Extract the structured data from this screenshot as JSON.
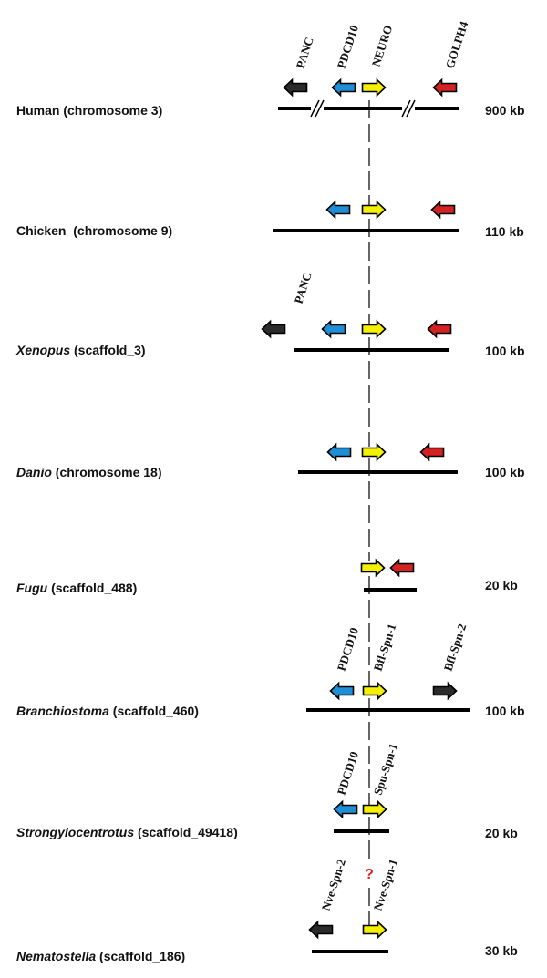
{
  "colors": {
    "panc": "#2b2b2b",
    "pdcd10": "#1e8fd6",
    "neuro": "#f5f000",
    "golph4": "#d42121",
    "spn2": "#2b2b2b",
    "line": "#000000",
    "question": "#e02020"
  },
  "labels": {
    "panc": "PANC",
    "pdcd10": "PDCD10",
    "neuro": "NEURO",
    "golph4": "GOLPH4",
    "bfl_spn1": "Bfl-Spn-1",
    "bfl_spn2": "Bfl-Spn-2",
    "spu_spn1": "Spu-Spn-1",
    "nve_spn1": "Nve-Spn-1",
    "nve_spn2": "Nve-Spn-2"
  },
  "unknown_mark": "?",
  "tracks": [
    {
      "id": "human",
      "genus": "",
      "rest": "Human (chromosome 3)",
      "size": "900 kb",
      "genes": [
        {
          "key": "panc",
          "color": "panc",
          "dir": "left"
        },
        {
          "key": "pdcd10",
          "color": "pdcd10",
          "dir": "left"
        },
        {
          "key": "neuro",
          "color": "neuro",
          "dir": "right"
        },
        {
          "key": "golph4",
          "color": "golph4",
          "dir": "left"
        }
      ]
    },
    {
      "id": "chicken",
      "genus": "",
      "rest": "Chicken  (chromosome 9)",
      "size": "110 kb",
      "genes": [
        {
          "key": "pdcd10",
          "color": "pdcd10",
          "dir": "left"
        },
        {
          "key": "neuro",
          "color": "neuro",
          "dir": "right"
        },
        {
          "key": "golph4",
          "color": "golph4",
          "dir": "left"
        }
      ]
    },
    {
      "id": "xenopus",
      "genus": "Xenopus",
      "rest": " (scaffold_3)",
      "size": "100 kb",
      "genes": [
        {
          "key": "panc",
          "color": "panc",
          "dir": "left"
        },
        {
          "key": "pdcd10",
          "color": "pdcd10",
          "dir": "left"
        },
        {
          "key": "neuro",
          "color": "neuro",
          "dir": "right"
        },
        {
          "key": "golph4",
          "color": "golph4",
          "dir": "left"
        }
      ]
    },
    {
      "id": "danio",
      "genus": "Danio",
      "rest": " (chromosome 18)",
      "size": "100 kb",
      "genes": [
        {
          "key": "pdcd10",
          "color": "pdcd10",
          "dir": "left"
        },
        {
          "key": "neuro",
          "color": "neuro",
          "dir": "right"
        },
        {
          "key": "golph4",
          "color": "golph4",
          "dir": "left"
        }
      ]
    },
    {
      "id": "fugu",
      "genus": "Fugu",
      "rest": " (scaffold_488)",
      "size": "20 kb",
      "genes": [
        {
          "key": "neuro",
          "color": "neuro",
          "dir": "right"
        },
        {
          "key": "golph4",
          "color": "golph4",
          "dir": "left"
        }
      ]
    },
    {
      "id": "branchiostoma",
      "genus": "Branchiostoma",
      "rest": " (scaffold_460)",
      "size": "100 kb",
      "genes": [
        {
          "key": "pdcd10",
          "color": "pdcd10",
          "dir": "left"
        },
        {
          "key": "bfl_spn1",
          "color": "neuro",
          "dir": "right"
        },
        {
          "key": "bfl_spn2",
          "color": "spn2",
          "dir": "right"
        }
      ]
    },
    {
      "id": "strongylocentrotus",
      "genus": "Strongylocentrotus",
      "rest": " (scaffold_49418)",
      "size": "20 kb",
      "genes": [
        {
          "key": "pdcd10",
          "color": "pdcd10",
          "dir": "left"
        },
        {
          "key": "spu_spn1",
          "color": "neuro",
          "dir": "right"
        }
      ]
    },
    {
      "id": "nematostella",
      "genus": "Nematostella",
      "rest": " (scaffold_186)",
      "size": "30 kb",
      "genes": [
        {
          "key": "nve_spn2",
          "color": "spn2",
          "dir": "left"
        },
        {
          "key": "nve_spn1",
          "color": "neuro",
          "dir": "right"
        }
      ]
    }
  ]
}
